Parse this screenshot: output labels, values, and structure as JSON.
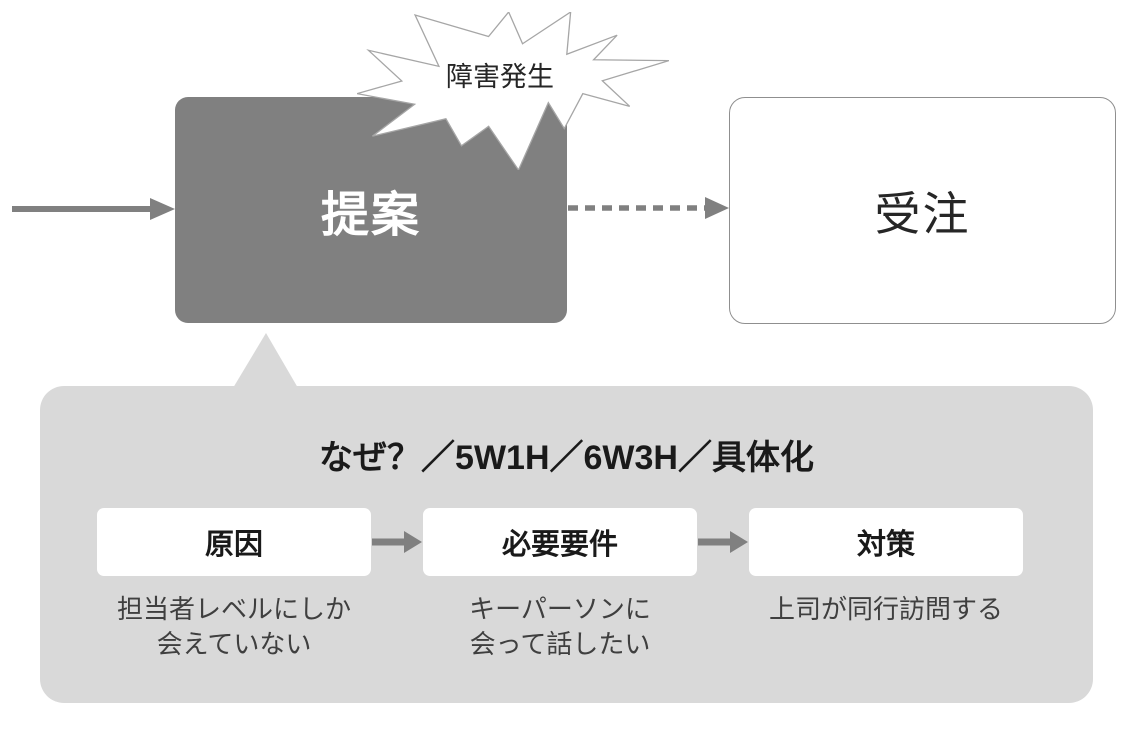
{
  "colors": {
    "proposal_fill": "#808080",
    "panel_fill": "#d9d9d9",
    "arrow": "#808080",
    "order_border": "#8f8f8f",
    "burst_outline": "#a6a6a6",
    "burst_fill": "#ffffff"
  },
  "flow": {
    "burst_label": "障害発生",
    "proposal_label": "提案",
    "order_label": "受注"
  },
  "panel": {
    "title": "なぜ？／5W1H／6W3H／具体化",
    "steps": [
      {
        "label": "原因",
        "note": "担当者レベルにしか\n会えていない"
      },
      {
        "label": "必要要件",
        "note": "キーパーソンに\n会って話したい"
      },
      {
        "label": "対策",
        "note": "上司が同行訪問する"
      }
    ]
  }
}
